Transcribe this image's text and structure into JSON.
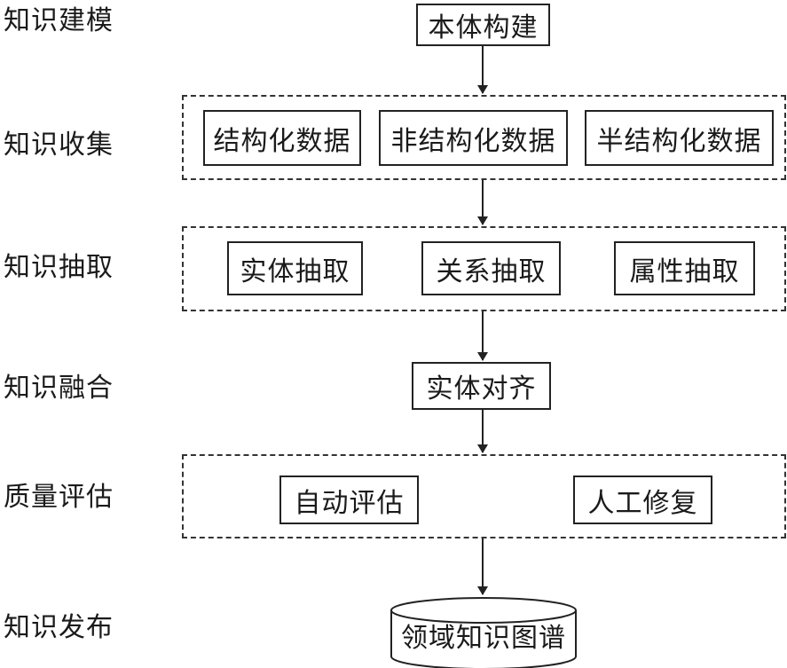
{
  "stages": [
    {
      "label": "知识建模"
    },
    {
      "label": "知识收集"
    },
    {
      "label": "知识抽取"
    },
    {
      "label": "知识融合"
    },
    {
      "label": "质量评估"
    },
    {
      "label": "知识发布"
    }
  ],
  "nodes": {
    "ontology": "本体构建",
    "collect": [
      "结构化数据",
      "非结构化数据",
      "半结构化数据"
    ],
    "extract": [
      "实体抽取",
      "关系抽取",
      "属性抽取"
    ],
    "fusion": "实体对齐",
    "quality": [
      "自动评估",
      "人工修复"
    ],
    "publish": "领域知识图谱"
  }
}
